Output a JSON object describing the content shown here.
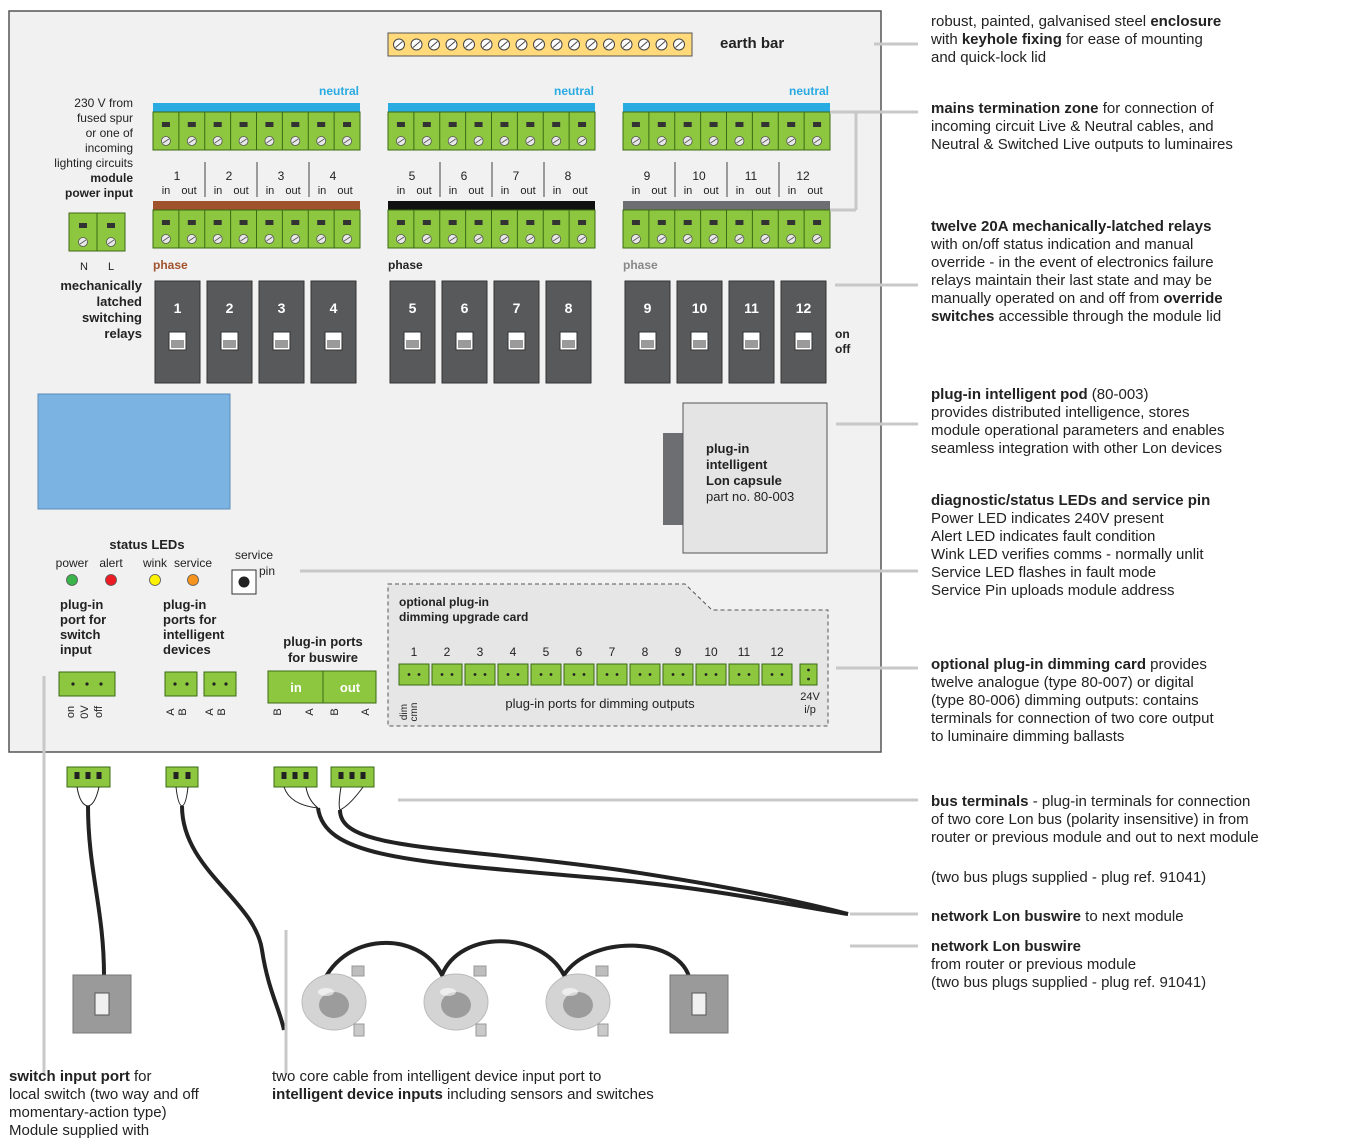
{
  "earth_bar": "earth bar",
  "neutral_label": "neutral",
  "phase_label": "phase",
  "power_input": [
    "230 V from",
    "fused spur",
    "or one of",
    "incoming",
    "lighting circuits",
    "module",
    "power input"
  ],
  "nl_labels": [
    "N",
    "L"
  ],
  "relay_side": [
    "mechanically",
    "latched",
    "switching",
    "relays"
  ],
  "on_label": "on",
  "off_label": "off",
  "relay_numbers": [
    "1",
    "2",
    "3",
    "4",
    "5",
    "6",
    "7",
    "8",
    "9",
    "10",
    "11",
    "12"
  ],
  "in_label": "in",
  "out_label": "out",
  "capsule": [
    "plug-in",
    "intelligent",
    "Lon capsule",
    "part no. 80-003"
  ],
  "status_leds_title": "status LEDs",
  "led_labels": [
    "power",
    "alert",
    "wink",
    "service"
  ],
  "service_pin": [
    "service",
    "pin"
  ],
  "switch_port": [
    "plug-in",
    "port for",
    "switch",
    "input"
  ],
  "switch_pins": [
    "on",
    "0V",
    "off"
  ],
  "device_ports": [
    "plug-in",
    "ports for",
    "intelligent",
    "devices"
  ],
  "ab_labels": [
    "A",
    "B"
  ],
  "bus_ports": [
    "plug-in ports",
    "for buswire"
  ],
  "bus_in": "in",
  "bus_out": "out",
  "bus_pins": [
    "B",
    "A",
    "B",
    "A"
  ],
  "dim_card_title": [
    "optional plug-in",
    "dimming upgrade card"
  ],
  "dim_numbers": [
    "1",
    "2",
    "3",
    "4",
    "5",
    "6",
    "7",
    "8",
    "9",
    "10",
    "11",
    "12"
  ],
  "dim_small": [
    "dim",
    "cmn"
  ],
  "dim_outputs": "plug-in ports for dimming outputs",
  "dim_24v": [
    "24V",
    "i/p"
  ],
  "annotations": [
    {
      "parts": [
        {
          "t": "robust, painted, galvanised steel "
        },
        {
          "b": "enclosure"
        },
        {
          "br": 1
        },
        {
          "t": "with "
        },
        {
          "b": "keyhole fixing"
        },
        {
          "t": " for ease of mounting"
        },
        {
          "br": 1
        },
        {
          "t": "and quick-lock lid"
        }
      ]
    },
    {
      "parts": [
        {
          "b": "mains termination zone"
        },
        {
          "t": " for connection of"
        },
        {
          "br": 1
        },
        {
          "t": "incoming circuit Live & Neutral cables, and"
        },
        {
          "br": 1
        },
        {
          "t": "Neutral & Switched Live outputs to luminaires"
        }
      ]
    },
    {
      "parts": [
        {
          "b": "twelve 20A mechanically-latched relays"
        },
        {
          "br": 1
        },
        {
          "t": "with on/off status indication and manual"
        },
        {
          "br": 1
        },
        {
          "t": "override - in the event of electronics failure"
        },
        {
          "br": 1
        },
        {
          "t": "relays maintain their last state and may be"
        },
        {
          "br": 1
        },
        {
          "t": "manually operated on and off from "
        },
        {
          "b": "override"
        },
        {
          "br": 1
        },
        {
          "b": "switches"
        },
        {
          "t": " accessible through the module lid"
        }
      ]
    },
    {
      "parts": [
        {
          "b": "plug-in intelligent pod"
        },
        {
          "t": " (80-003)"
        },
        {
          "br": 1
        },
        {
          "t": "provides distributed intelligence, stores"
        },
        {
          "br": 1
        },
        {
          "t": "module operational parameters and enables"
        },
        {
          "br": 1
        },
        {
          "t": "seamless integration with other Lon devices"
        }
      ]
    },
    {
      "parts": [
        {
          "b": "diagnostic/status LEDs and service pin"
        },
        {
          "br": 1
        },
        {
          "t": "Power LED indicates 240V present"
        },
        {
          "br": 1
        },
        {
          "t": "Alert LED indicates fault condition"
        },
        {
          "br": 1
        },
        {
          "t": "Wink LED verifies comms - normally unlit"
        },
        {
          "br": 1
        },
        {
          "t": "Service LED flashes in fault mode"
        },
        {
          "br": 1
        },
        {
          "t": "Service Pin uploads module address"
        }
      ]
    },
    {
      "parts": [
        {
          "b": "optional plug-in dimming card"
        },
        {
          "t": "     provides"
        },
        {
          "br": 1
        },
        {
          "t": "twelve analogue (type 80-007) or digital"
        },
        {
          "br": 1
        },
        {
          "t": "(type 80-006) dimming outputs: contains"
        },
        {
          "br": 1
        },
        {
          "t": "terminals for connection of two core output"
        },
        {
          "br": 1
        },
        {
          "t": "to luminaire dimming ballasts"
        }
      ]
    },
    {
      "parts": [
        {
          "b": "bus terminals"
        },
        {
          "t": " - plug-in terminals   for connection"
        },
        {
          "br": 1
        },
        {
          "t": "of two core Lon bus (polarity insensitive) in from"
        },
        {
          "br": 1
        },
        {
          "t": "router or previous module and out to next module"
        }
      ]
    },
    {
      "parts": [
        {
          "t": "(two bus plugs supplied - plug ref. 91041)"
        }
      ]
    },
    {
      "parts": [
        {
          "b": "network Lon buswire"
        },
        {
          "t": " to next module"
        }
      ]
    },
    {
      "parts": [
        {
          "b": "network Lon buswire"
        },
        {
          "br": 1
        },
        {
          "t": "from router or previous module"
        },
        {
          "br": 1
        },
        {
          "t": "(two bus plugs supplied - plug ref. 91041)"
        }
      ]
    },
    {
      "parts": [
        {
          "b": "switch input port"
        },
        {
          "t": "   for"
        },
        {
          "br": 1
        },
        {
          "t": "local switch (two way and off"
        },
        {
          "br": 1
        },
        {
          "t": "momentary-action type)"
        },
        {
          "br": 1
        },
        {
          "t": "Module supplied with"
        }
      ]
    },
    {
      "parts": [
        {
          "t": "two core cable from intelligent device input port to"
        },
        {
          "br": 1
        },
        {
          "b": "intelligent device inputs"
        },
        {
          "t": " including sensors and switches"
        }
      ]
    }
  ],
  "colors": {
    "enclosure": "#f1f1f1",
    "terminal_green": "#8dc63f",
    "neutral_blue": "#29abe2",
    "phase_brown": "#a0522d",
    "phase_black": "#111111",
    "phase_grey": "#6d6e71",
    "relay_grey": "#58595b",
    "pod_blue": "#7bb4e3",
    "earth_yellow": "#ffd97a",
    "leader_grey": "#c8c8c8"
  }
}
